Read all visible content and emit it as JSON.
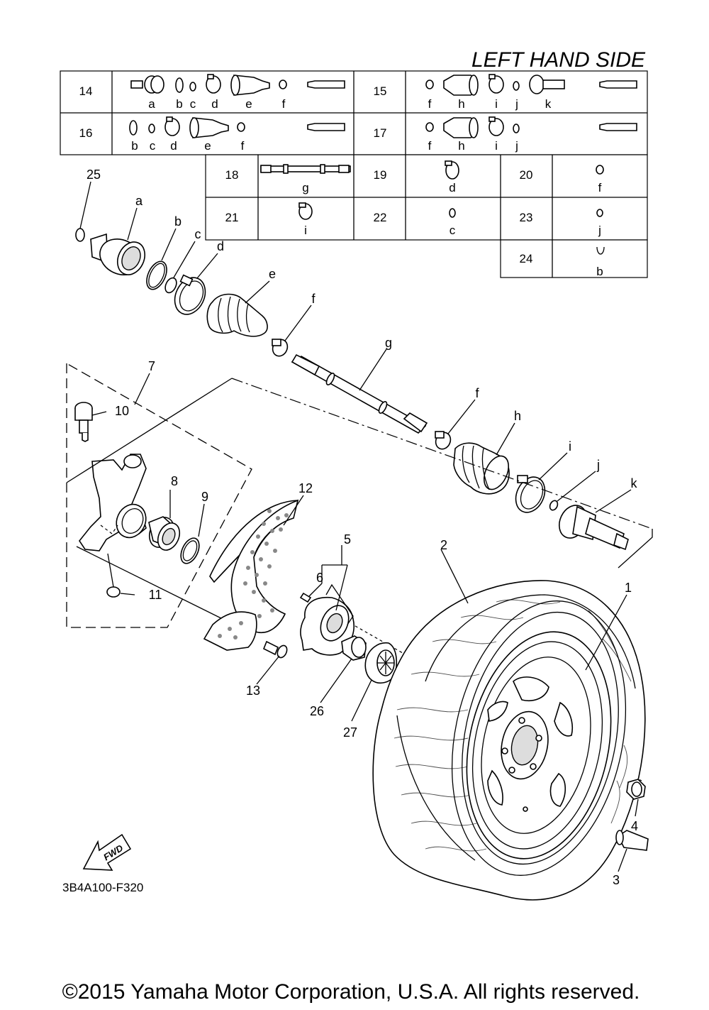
{
  "title": "LEFT HAND SIDE",
  "diagram_code": "3B4A100-F320",
  "copyright": "©2015 Yamaha Motor Corporation, U.S.A. All rights reserved.",
  "table": {
    "r14": {
      "num": "14",
      "subs": [
        "a",
        "b",
        "c",
        "d",
        "e",
        "f"
      ]
    },
    "r15": {
      "num": "15",
      "subs": [
        "f",
        "h",
        "i",
        "j",
        "k"
      ]
    },
    "r16": {
      "num": "16",
      "subs": [
        "b",
        "c",
        "d",
        "e",
        "f"
      ]
    },
    "r17": {
      "num": "17",
      "subs": [
        "f",
        "h",
        "i",
        "j"
      ]
    },
    "r18": {
      "num": "18",
      "sub": "g"
    },
    "r19": {
      "num": "19",
      "sub": "d"
    },
    "r20": {
      "num": "20",
      "sub": "f"
    },
    "r21": {
      "num": "21",
      "sub": "i"
    },
    "r22": {
      "num": "22",
      "sub": "c"
    },
    "r23": {
      "num": "23",
      "sub": "j"
    },
    "r24": {
      "num": "24",
      "sub": "b"
    }
  },
  "callouts": {
    "n1": "1",
    "n2": "2",
    "n3": "3",
    "n4": "4",
    "n5": "5",
    "n6": "6",
    "n7": "7",
    "n8": "8",
    "n9": "9",
    "n10": "10",
    "n11": "11",
    "n12": "12",
    "n13": "13",
    "n25": "25",
    "n26": "26",
    "n27": "27",
    "la": "a",
    "lb": "b",
    "lc": "c",
    "ld": "d",
    "le": "e",
    "lf1": "f",
    "lg": "g",
    "lf2": "f",
    "lh": "h",
    "li": "i",
    "lj": "j",
    "lk": "k"
  },
  "fwd_arrow_text": "FWD"
}
